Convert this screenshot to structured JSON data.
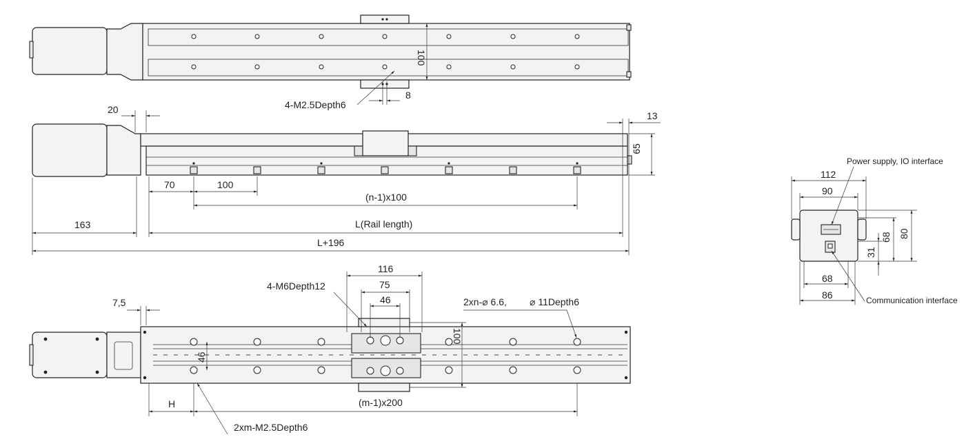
{
  "top_view": {
    "dim_100": "100",
    "dim_8": "8",
    "label_holes": "4-M2.5Depth6"
  },
  "side_view": {
    "dim_20": "20",
    "dim_13": "13",
    "dim_65": "65",
    "dim_70": "70",
    "dim_100": "100",
    "dim_pitch": "(n-1)x100",
    "dim_163": "163",
    "dim_rail": "L(Rail length)",
    "dim_total": "L+196"
  },
  "bottom_view": {
    "dim_7_5": "7,5",
    "label_m6": "4-M6Depth12",
    "dim_116": "116",
    "dim_75": "75",
    "dim_46": "46",
    "label_bolt_holes_a": "2xn-⌀ 6.6,",
    "label_bolt_holes_b": "⌀ 11Depth6",
    "dim_100": "100",
    "dim_46_vert": "46",
    "dim_h": "H",
    "dim_m_pitch": "(m-1)x200",
    "label_m25": "2xm-M2.5Depth6"
  },
  "end_view": {
    "label_power": "Power supply, IO interface",
    "label_comm": "Communication interface",
    "dim_112": "112",
    "dim_90": "90",
    "dim_80": "80",
    "dim_68_vert": "68",
    "dim_31": "31",
    "dim_68": "68",
    "dim_86": "86"
  }
}
